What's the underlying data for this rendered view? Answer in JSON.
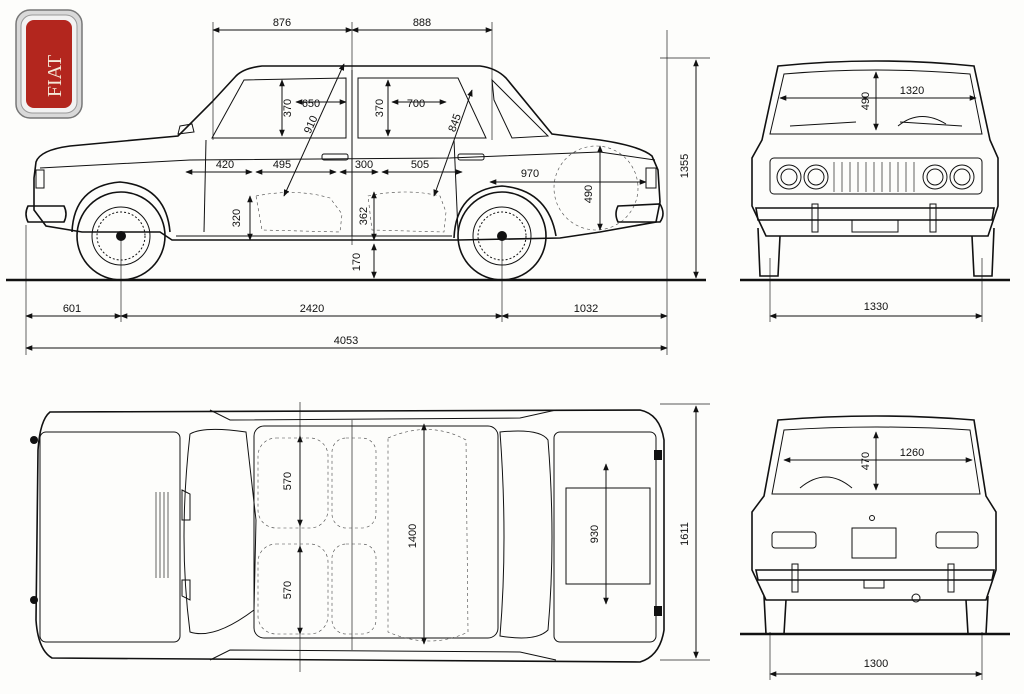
{
  "brand": {
    "logo_text": "FIAT",
    "logo_color": "#b3261e"
  },
  "side_view": {
    "roof_front": "876",
    "roof_rear": "888",
    "front_headroom": "370",
    "front_seat_depth": "650",
    "rear_headroom": "370",
    "rear_seat_depth": "700",
    "front_diag": "910",
    "rear_diag": "845",
    "front_knee": "420",
    "front_leg": "495",
    "rear_knee": "300",
    "rear_leg": "505",
    "trunk_length": "970",
    "trunk_height": "490",
    "front_seat_height": "320",
    "rear_seat_height": "362",
    "ground_clearance": "170",
    "height": "1355",
    "front_overhang": "601",
    "wheelbase": "2420",
    "rear_overhang": "1032",
    "length": "4053"
  },
  "front_view": {
    "windshield_height": "490",
    "windshield_width": "1320",
    "track": "1330"
  },
  "top_view": {
    "front_seat_width": "570",
    "rear_seat_width": "570",
    "interior_width": "1400",
    "trunk_width": "930",
    "width": "1611"
  },
  "rear_view": {
    "rear_window_height": "470",
    "rear_window_width": "1260",
    "track": "1300"
  }
}
